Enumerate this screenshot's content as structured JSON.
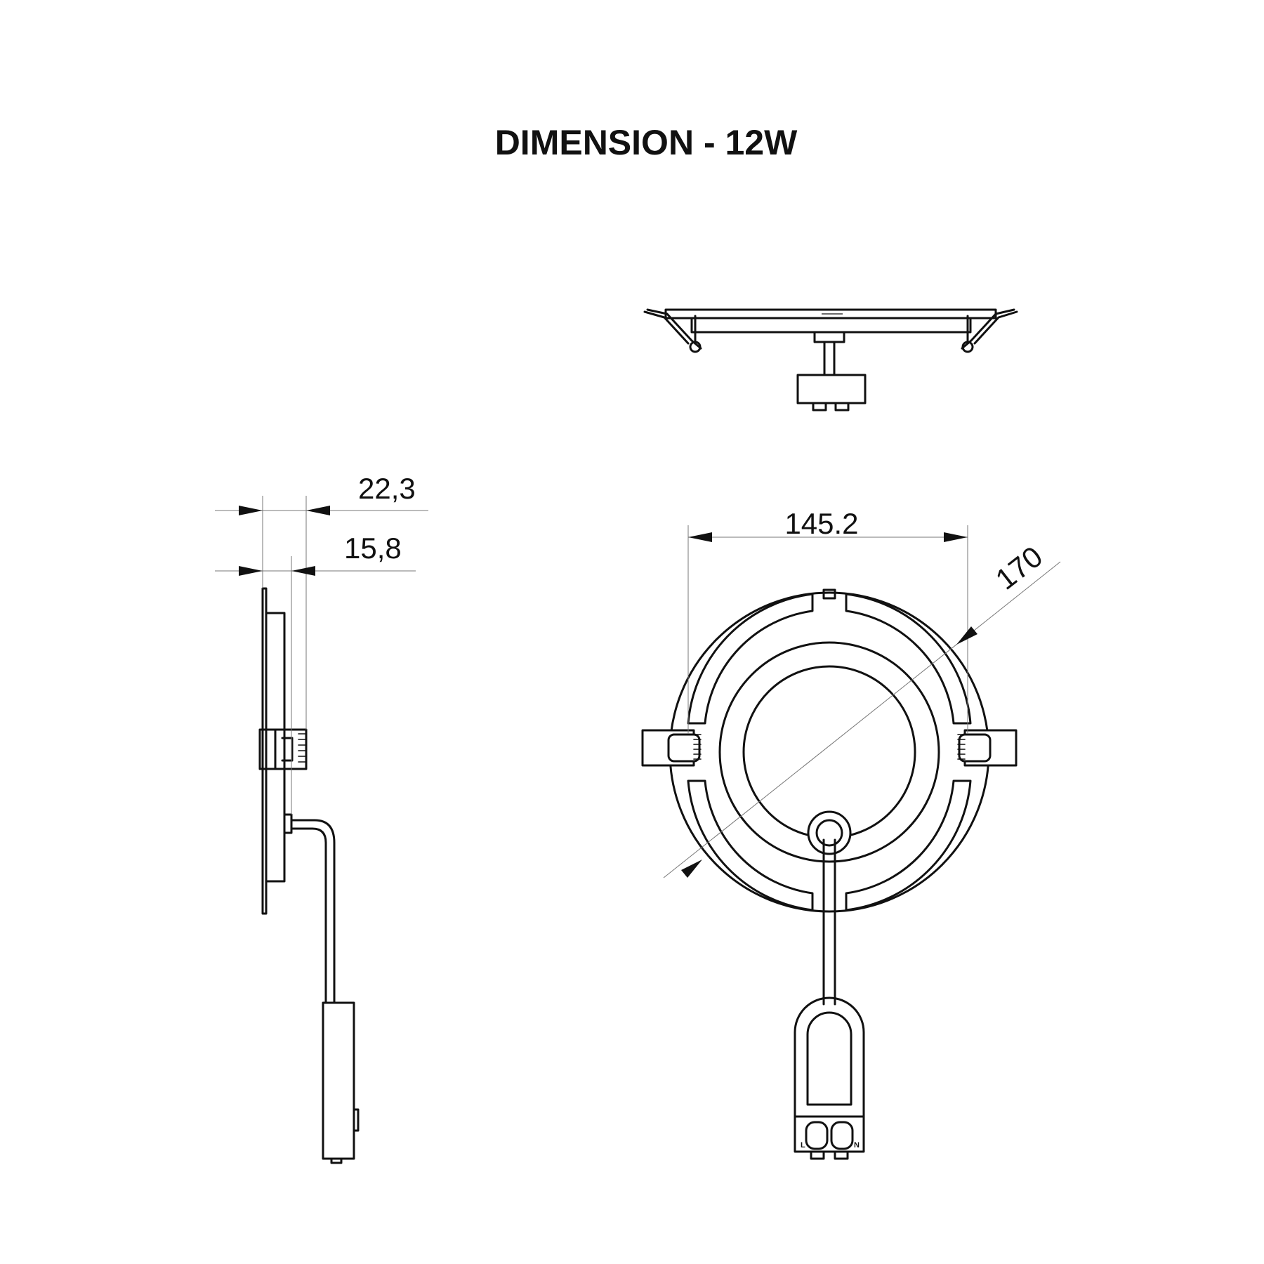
{
  "title": "DIMENSION - 12W",
  "dimensions": {
    "overall_depth": "22,3",
    "body_depth": "15,8",
    "body_diameter": "145.2",
    "trim_diameter": "170"
  },
  "terminal_labels": {
    "left": "L",
    "right": "N"
  },
  "colors": {
    "line": "#111111",
    "background": "#ffffff"
  }
}
